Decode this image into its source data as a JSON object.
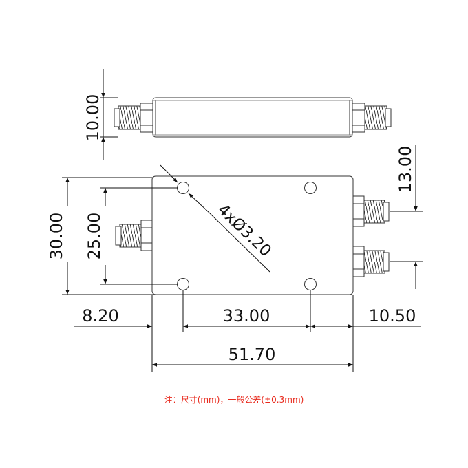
{
  "dimensions": {
    "side_height": "10.00",
    "port_spacing": "13.00",
    "body_height": "30.00",
    "hole_spacing_v": "25.00",
    "hole_callout": "4xØ3.20",
    "left_offset": "8.20",
    "hole_spacing_h": "33.00",
    "right_offset": "10.50",
    "body_length": "51.70"
  },
  "note": "注：尺寸(mm)，一般公差(±0.3mm)",
  "colors": {
    "line": "#333333",
    "note": "#e8291c",
    "body_fill": "#ffffff"
  }
}
